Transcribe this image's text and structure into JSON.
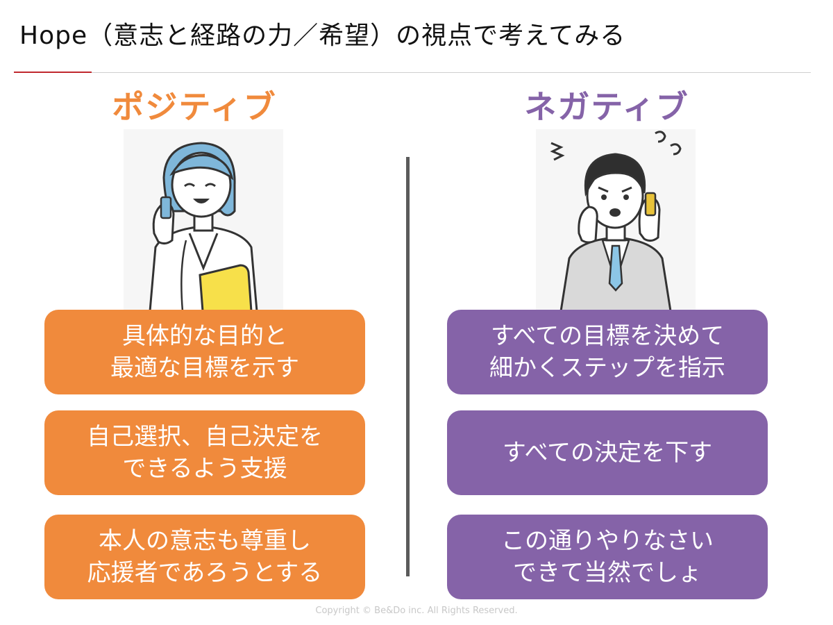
{
  "title": "Hope（意志と経路の力／希望）の視点で考えてみる",
  "colors": {
    "positive": "#f08a3c",
    "negative": "#8563a8",
    "accent": "#c0282d"
  },
  "positive": {
    "heading": "ポジティブ",
    "boxes": [
      {
        "line1": "具体的な目的と",
        "line2": "最適な目標を示す"
      },
      {
        "line1": "自己選択、自己決定を",
        "line2": "できるよう支援"
      },
      {
        "line1": "本人の意志も尊重し",
        "line2": "応援者であろうとする"
      }
    ]
  },
  "negative": {
    "heading": "ネガティブ",
    "boxes": [
      {
        "line1": "すべての目標を決めて",
        "line2": "細かくステップを指示"
      },
      {
        "line1": "すべての決定を下す",
        "line2": ""
      },
      {
        "line1": "この通りやりなさい",
        "line2": "できて当然でしょ"
      }
    ]
  },
  "copyright": "Copyright © Be&Do inc. All Rights Reserved."
}
